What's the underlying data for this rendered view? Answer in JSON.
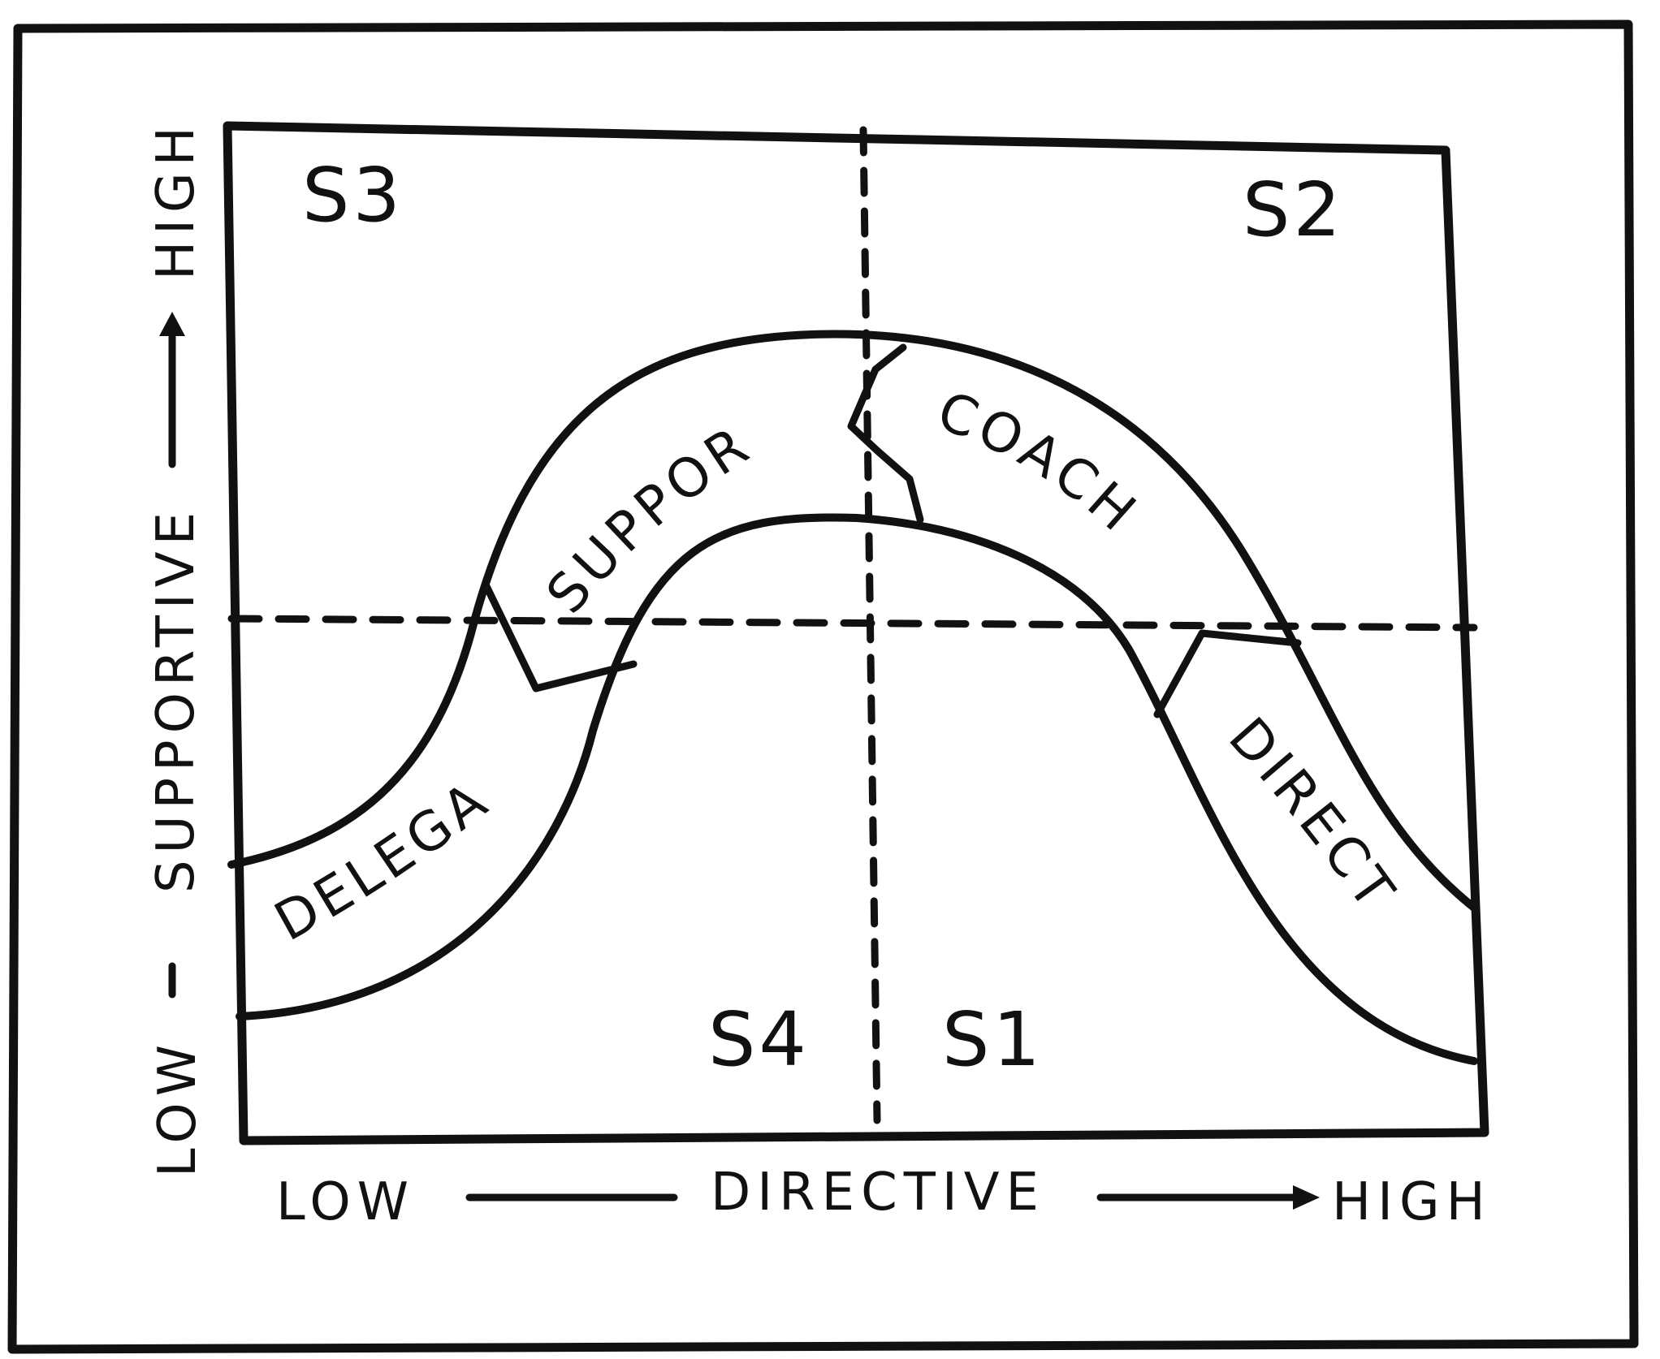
{
  "diagram": {
    "quadrants": {
      "s1": "S1",
      "s2": "S2",
      "s3": "S3",
      "s4": "S4"
    },
    "styles": {
      "delegate": "DELEGATE",
      "support": "SUPPORT",
      "coach": "COACH",
      "direct": "DIRECT"
    },
    "x_axis": {
      "low": "LOW",
      "label": "DIRECTIVE",
      "high": "HIGH"
    },
    "y_axis": {
      "low": "LOW",
      "label": "SUPPORTIVE",
      "high": "HIGH"
    },
    "ink_color": "#111111",
    "paper_color": "#ffffff"
  }
}
